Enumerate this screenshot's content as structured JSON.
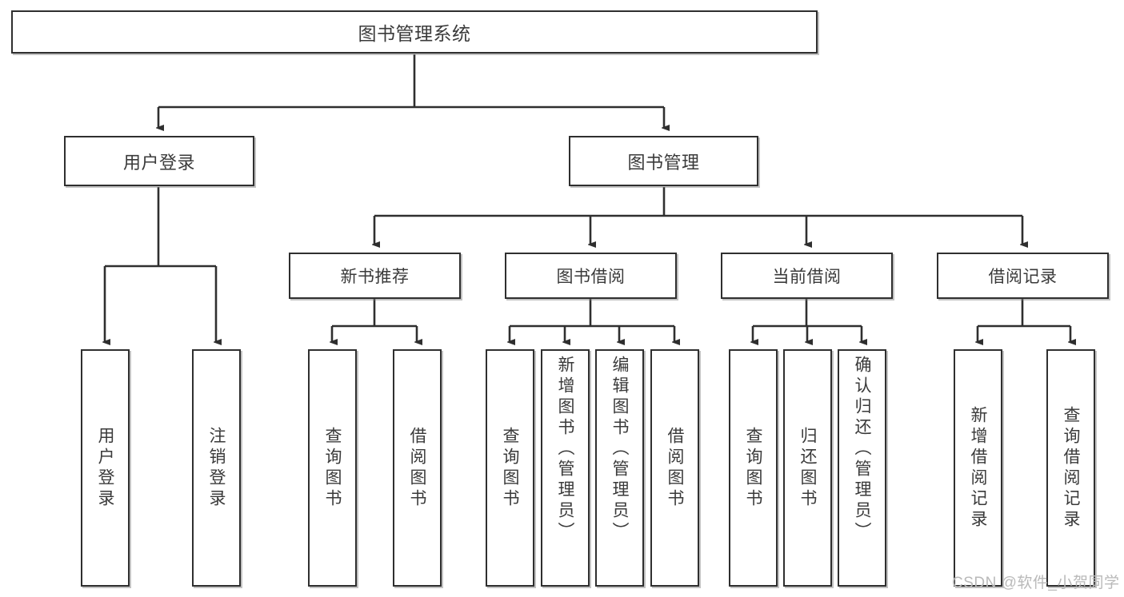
{
  "diagram": {
    "title": "图书管理系统",
    "watermark": "CSDN @软件_小贺同学",
    "colors": {
      "border": "#2f2f2f",
      "connector": "#2f2f2f",
      "text": "#3a3a3a",
      "background": "#ffffff",
      "watermark": "#b9b9b9"
    },
    "root": {
      "label": "图书管理系统"
    },
    "level1": [
      {
        "label": "用户登录"
      },
      {
        "label": "图书管理"
      }
    ],
    "level2": [
      {
        "label": "新书推荐"
      },
      {
        "label": "图书借阅"
      },
      {
        "label": "当前借阅"
      },
      {
        "label": "借阅记录"
      }
    ],
    "leaves": {
      "user_login": [
        {
          "label": "用户登录"
        },
        {
          "label": "注销登录"
        }
      ],
      "new_book_recommend": [
        {
          "label": "查询图书"
        },
        {
          "label": "借阅图书"
        }
      ],
      "book_borrow": [
        {
          "label": "查询图书"
        },
        {
          "label": "新增图书（管理员）"
        },
        {
          "label": "编辑图书（管理员）"
        },
        {
          "label": "借阅图书"
        }
      ],
      "current_borrow": [
        {
          "label": "查询图书"
        },
        {
          "label": "归还图书"
        },
        {
          "label": "确认归还（管理员）"
        }
      ],
      "borrow_record": [
        {
          "label": "新增借阅记录"
        },
        {
          "label": "查询借阅记录"
        }
      ]
    }
  }
}
